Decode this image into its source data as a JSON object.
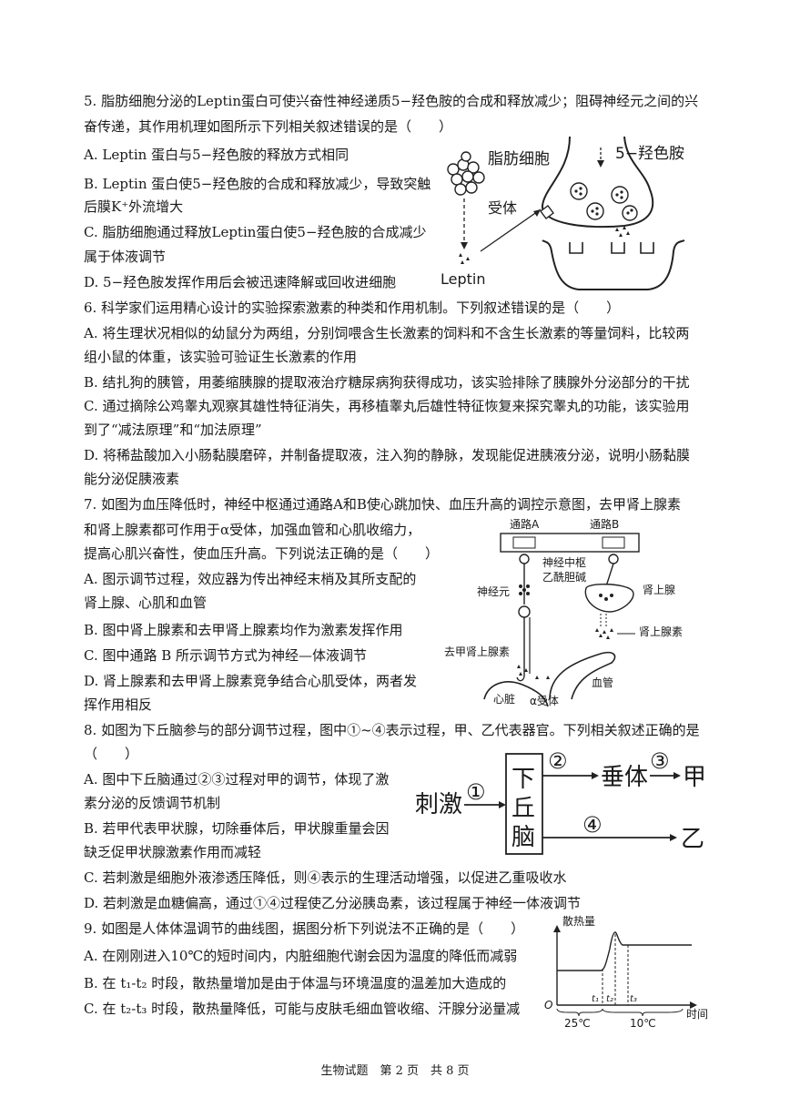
{
  "q5": {
    "stem_line1": "5. 脂肪细胞分泌的Leptin蛋白可使兴奋性神经递质5−羟色胺的合成和释放减少；阻碍神经元之间的兴",
    "stem_line2": "奋传递，其作用机理如图所示下列相关叙述错误的是（　　）",
    "A": "A. Leptin 蛋白与5−羟色胺的释放方式相同",
    "B1": "B. Leptin 蛋白使5−羟色胺的合成和释放减少，导致突触",
    "B2": "后膜K⁺外流增大",
    "C1": "C. 脂肪细胞通过释放Leptin蛋白使5−羟色胺的合成减少",
    "C2": "属于体液调节",
    "D": "D. 5−羟色胺发挥作用后会被迅速降解或回收进细胞",
    "fig": {
      "fat_cell": "脂肪细胞",
      "serotonin": "5−羟色胺",
      "receptor": "受体",
      "leptin": "Leptin"
    }
  },
  "q6": {
    "stem": "6. 科学家们运用精心设计的实验探索激素的种类和作用机制。下列叙述错误的是（　　）",
    "A1": "A. 将生理状况相似的幼鼠分为两组，分别饲喂含生长激素的饲料和不含生长激素的等量饲料，比较两",
    "A2": "组小鼠的体重，该实验可验证生长激素的作用",
    "B": "B. 结扎狗的胰管，用萎缩胰腺的提取液治疗糖尿病狗获得成功，该实验排除了胰腺外分泌部分的干扰",
    "C1": "C. 通过摘除公鸡睾丸观察其雄性特征消失，再移植睾丸后雄性特征恢复来探究睾丸的功能，该实验用",
    "C2": "到了“减法原理”和“加法原理”",
    "D1": "D. 将稀盐酸加入小肠黏膜磨碎，并制备提取液，注入狗的静脉，发现能促进胰液分泌，说明小肠黏膜",
    "D2": "能分泌促胰液素"
  },
  "q7": {
    "stem1": "7. 如图为血压降低时，神经中枢通过通路A和B使心跳加快、血压升高的调控示意图，去甲肾上腺素",
    "stem2": "和肾上腺素都可作用于α受体，加强血管和心肌收缩力，",
    "stem3": "提高心肌兴奋性，使血压升高。下列说法正确的是（　　）",
    "A1": "A. 图示调节过程，效应器为传出神经末梢及其所支配的",
    "A2": "肾上腺、心肌和血管",
    "B": "B. 图中肾上腺素和去甲肾上腺素均作为激素发挥作用",
    "C": "C. 图中通路 B 所示调节方式为神经—体液调节",
    "D1": "D. 肾上腺素和去甲肾上腺素竞争结合心肌受体，两者发",
    "D2": "挥作用相反",
    "fig": {
      "pathA": "通路A",
      "pathB": "通路B",
      "center": "神经中枢",
      "ach": "乙酰胆碱",
      "neuron": "神经元",
      "adrenal": "肾上腺",
      "adrenaline": "肾上腺素",
      "noradrenaline": "去甲肾上腺素",
      "vessel": "血管",
      "heart": "心脏",
      "alpha": "α受体"
    }
  },
  "q8": {
    "stem1": "8. 如图为下丘脑参与的部分调节过程，图中①~④表示过程，甲、乙代表器官。下列相关叙述正确的是",
    "stem2": "（　　）",
    "A1": "A. 图中下丘脑通过②③过程对甲的调节，体现了激",
    "A2": "素分泌的反馈调节机制",
    "B1": "B. 若甲代表甲状腺，切除垂体后，甲状腺重量会因",
    "B2": "缺乏促甲状腺激素作用而减轻",
    "C": "C. 若刺激是细胞外液渗透压降低，则④表示的生理活动增强，以促进乙重吸收水",
    "D": "D. 若刺激是血糖偏高，通过①④过程使乙分泌胰岛素，该过程属于神经一体液调节",
    "fig": {
      "stimulus": "刺激",
      "p1": "①",
      "p2": "②",
      "p3": "③",
      "p4": "④",
      "hypo1": "下",
      "hypo2": "丘",
      "hypo3": "脑",
      "pituitary": "垂体",
      "jia": "甲",
      "yi": "乙"
    }
  },
  "q9": {
    "stem": "9. 如图是人体体温调节的曲线图，据图分析下列说法不正确的是（　　）",
    "A": "A. 在刚刚进入10℃的短时间内，内脏细胞代谢会因为温度的降低而减弱",
    "B": "B. 在 t₁-t₂ 时段，散热量增加是由于体温与环境温度的温差加大造成的",
    "C": "C. 在 t₂-t₃ 时段，散热量降低，可能与皮肤毛细血管收缩、汗腺分泌量减",
    "chart": {
      "ylabel": "散热量",
      "xlabel": "时间",
      "origin": "O",
      "t1": "t₁",
      "t2": "t₂",
      "t3": "t₃",
      "temp1": "25℃",
      "temp2": "10℃"
    }
  },
  "footer": "生物试题　第 2 页　共 8 页"
}
